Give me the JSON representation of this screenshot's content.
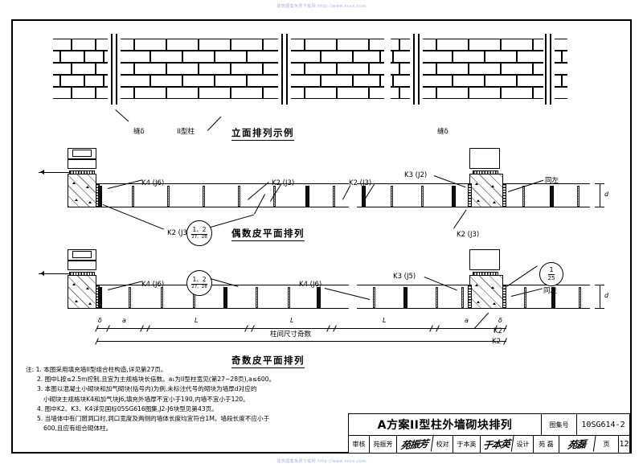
{
  "watermark": {
    "top": "建筑图集免费下载网 http://www.xxxx.com",
    "bottom": "建筑图集免费下载网 http://www.xxxx.com"
  },
  "drawing": {
    "elevation": {
      "title": "立面排列示例",
      "labels": {
        "joint_left": "缝δ",
        "column_type": "II型柱",
        "joint_right": "缝δ"
      }
    },
    "plan_even": {
      "title": "偶数皮平面排列",
      "labels": {
        "k4_left": "K4 (J6)",
        "k2_left": "K2 (J3)",
        "k2_mid": "K2 (J3)",
        "k2_mid2": "K2 (J3)",
        "k3_right": "K3 (J2)",
        "k2_right": "K2 (J3)",
        "same_as_left": "同左",
        "thickness": "d"
      },
      "callout": {
        "num": "1、2",
        "den": "27、28"
      }
    },
    "plan_odd": {
      "title": "奇数皮平面排列",
      "labels": {
        "k4_left": "K4 (J6)",
        "k4_mid": "K4 (J6)",
        "k3_right": "K3 (J5)",
        "k2_right": "K2",
        "k2_end": "K2",
        "same_as_left": "同左",
        "thickness": "d"
      },
      "callout_left": {
        "num": "1、2",
        "den": "27、28"
      },
      "callout_right": {
        "num": "1",
        "den": "25"
      }
    },
    "dimensions": {
      "chain": [
        "δ",
        "a",
        "L",
        "L",
        "L",
        "a",
        "δ"
      ],
      "overall_label": "柱间尺寸奇数"
    }
  },
  "notes": {
    "heading": "注:",
    "items": [
      "1. 本图采用填充墙II型组合柱构造,详见第27页。",
      "2. 图中L按≤2.5m控制,且宜为主规格块长倍数。a₁为II型柱宽见(第27~28页),a≤600。",
      "3. 本图以混凝土小砌块和加气砌块(括号内)为例,未标注代号的砌块为墙厚d对应的",
      "小砌块主规格块K4和加气块J6,填充外墙厚不宜小于190,内墙不宜小于120。",
      "4. 图中K2、K3、K4详见国标05SG616图集,J2-J6块型见第43页。",
      "5. 当墙体中有门窗洞口时,洞口宽度及两侧的墙体长度均宜符合1M。墙段长度不应小于",
      "600,且应有组合砌体柱。"
    ]
  },
  "title_block": {
    "title": "A方案II型柱外墙砌块排列",
    "atlas_key": "图集号",
    "atlas_value": "10SG614-2",
    "page_key": "页",
    "page_value": "12",
    "roles": [
      {
        "key": "审核",
        "name": "苑振芳",
        "sign": "苑振芳"
      },
      {
        "key": "校对",
        "name": "于本英",
        "sign": "于本英"
      },
      {
        "key": "设计",
        "name": "苑 磊",
        "sign": "苑磊"
      }
    ]
  },
  "colors": {
    "ink": "#000000",
    "watermark": "#9aa8d8",
    "paper": "#ffffff"
  }
}
